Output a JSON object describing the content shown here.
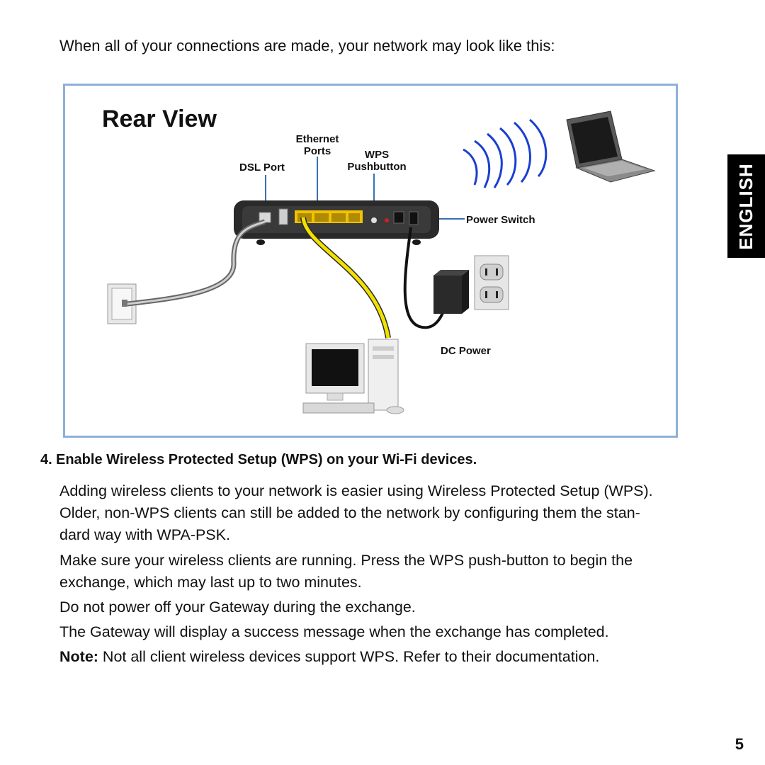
{
  "intro": "When all of your connections are made, your network may look like this:",
  "figure": {
    "title": "Rear View",
    "labels": {
      "ethernet_ports": "Ethernet\nPorts",
      "ethernet_line1": "Ethernet",
      "ethernet_line2": "Ports",
      "wps_line1": "WPS",
      "wps_line2": "Pushbutton",
      "dsl_port": "DSL Port",
      "power_switch": "Power Switch",
      "dc_power": "DC Power"
    }
  },
  "sidebar_tab": "ENGLISH",
  "step": {
    "number": "4.",
    "heading": "Enable Wireless Protected Setup (WPS) on your Wi-Fi devices."
  },
  "paragraphs": {
    "p1_line1": "Adding wireless clients to your network is easier using Wireless Protected Setup (WPS).",
    "p1_line2": "Older, non-WPS clients can still be added to the network by configuring them the stan-",
    "p1_line3": "dard way with WPA-PSK.",
    "p2_line1": "Make sure your wireless clients are running. Press the WPS push-button to begin the",
    "p2_line2": "exchange, which may last up to two minutes.",
    "p3": "Do not power off your Gateway during the exchange.",
    "p4": "The Gateway will display a success message when the exchange has completed.",
    "note_label": "Note:",
    "note_text": " Not all client wireless devices support WPS. Refer to their documentation."
  },
  "page_number": "5"
}
